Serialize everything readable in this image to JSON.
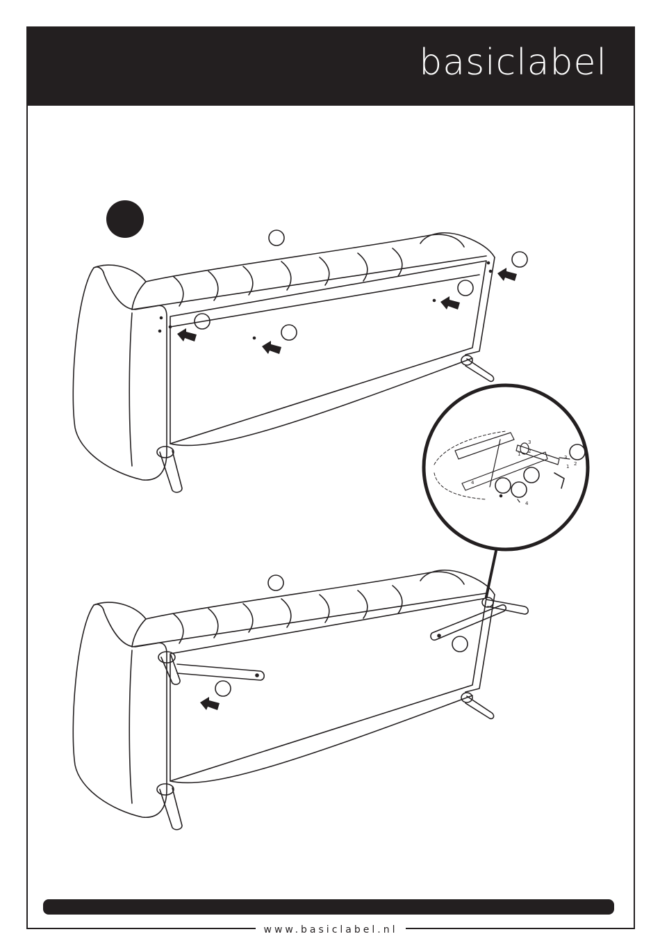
{
  "header": {
    "brand": "basiclabel"
  },
  "footer": {
    "url": "www.basiclabel.nl"
  },
  "callouts": {
    "num_3a": "3",
    "num_2a": "2",
    "num_1a": "1",
    "num_1b": "1",
    "num_2b": "2",
    "num_3b": "3",
    "num_4a": "4",
    "num_4b": "4"
  },
  "colors": {
    "ink": "#231f20",
    "paper": "#ffffff"
  }
}
